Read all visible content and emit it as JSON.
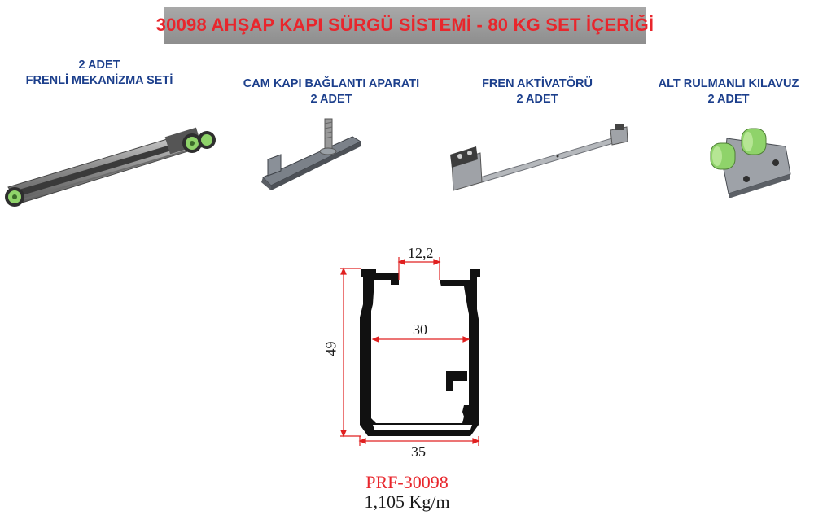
{
  "title": "30098 AHŞAP KAPI SÜRGÜ SİSTEMİ - 80 KG SET İÇERİĞİ",
  "items": [
    {
      "line1": "2 ADET",
      "line2": "FRENLİ MEKANİZMA SETİ",
      "icon": "braking-mechanism-set-icon"
    },
    {
      "line1": "CAM KAPI BAĞLANTI APARATI",
      "line2": "2 ADET",
      "icon": "glass-door-bracket-icon"
    },
    {
      "line1": "FREN AKTİVATÖRÜ",
      "line2": "2 ADET",
      "icon": "brake-activator-icon"
    },
    {
      "line1": "ALT RULMANLI KILAVUZ",
      "line2": "2 ADET",
      "icon": "bottom-bearing-guide-icon"
    }
  ],
  "profile": {
    "dim_top": "12,2",
    "dim_inner": "30",
    "dim_height": "49",
    "dim_width": "35",
    "code": "PRF-30098",
    "weight": "1,105 Kg/m"
  },
  "colors": {
    "title_text": "#e8262c",
    "title_bg": "#9a9a9a",
    "caption": "#1c3f8c",
    "dimension_line": "#e02020",
    "profile": "#111111",
    "roller_green": "#8fd36a"
  }
}
